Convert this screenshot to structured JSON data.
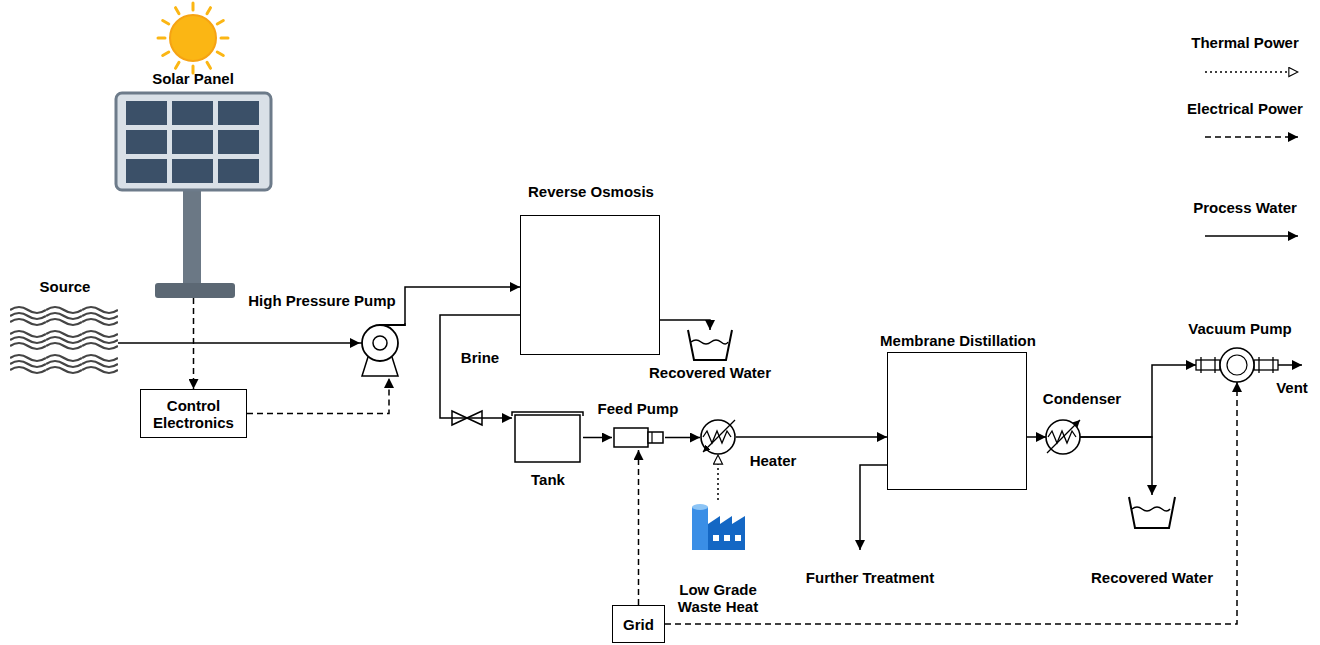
{
  "diagram": {
    "nodes": [
      {
        "text": [
          "Solar Panel"
        ]
      },
      {
        "text": [
          "Source"
        ]
      },
      {
        "text": [
          "Control Electronics"
        ]
      },
      {
        "text": [
          "High Pressure Pump"
        ]
      },
      {
        "text": [
          "Reverse Osmosis"
        ]
      },
      {
        "text": [
          "Recovered Water"
        ]
      },
      {
        "text": [
          "Tank"
        ]
      },
      {
        "text": [
          "Feed Pump"
        ]
      },
      {
        "text": [
          "Heater"
        ]
      },
      {
        "text": [
          "Low Grade Waste Heat"
        ]
      },
      {
        "text": [
          "Membrane Distillation"
        ]
      },
      {
        "text": [
          "Condenser"
        ]
      },
      {
        "text": [
          "Recovered Water"
        ]
      },
      {
        "text": [
          "Vacuum Pump"
        ]
      },
      {
        "text": [
          "Grid"
        ]
      }
    ],
    "edges": [
      {
        "from": 0,
        "to": 2,
        "arrow": "to"
      },
      {
        "from": 1,
        "to": 3,
        "arrow": "to"
      },
      {
        "from": 2,
        "to": 3,
        "arrow": "to"
      },
      {
        "from": 3,
        "to": 4,
        "arrow": "to"
      },
      {
        "from": 4,
        "to": 5,
        "arrow": "to"
      },
      {
        "from": 4,
        "to": 6,
        "label": "Brine",
        "arrow": "to"
      },
      {
        "from": 6,
        "to": 7,
        "arrow": "to"
      },
      {
        "from": 7,
        "to": 8,
        "arrow": "to"
      },
      {
        "from": 9,
        "to": 8,
        "arrow": "to"
      },
      {
        "from": 8,
        "to": 10,
        "arrow": "to"
      },
      {
        "from": 10,
        "to": 11,
        "arrow": "to"
      },
      {
        "from": 11,
        "to": 12,
        "arrow": "to"
      },
      {
        "from": 11,
        "to": 13,
        "arrow": "to"
      },
      {
        "from": 14,
        "to": 7,
        "arrow": "to"
      },
      {
        "from": 14,
        "to": 13,
        "arrow": "to"
      }
    ],
    "labels": [
      "Further Treatment",
      "Vent"
    ],
    "legend": [
      {
        "text": "Thermal Power"
      },
      {
        "text": "Electrical Power"
      },
      {
        "text": "Process Water"
      }
    ]
  }
}
